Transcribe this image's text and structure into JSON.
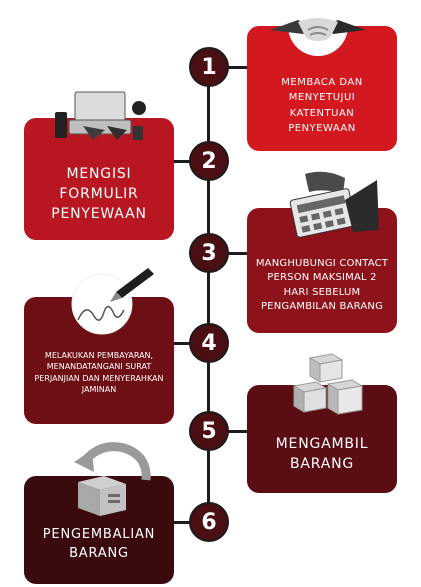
{
  "steps": [
    {
      "number": "1",
      "text": "MEMBACA DAN MENYETUJUI KATENTUAN PENYEWAAN"
    },
    {
      "number": "2",
      "text": "MENGISI FORMULIR PENYEWAAN"
    },
    {
      "number": "3",
      "text": "MANGHUBUNGI CONTACT PERSON MAKSIMAL 2 HARI SEBELUM PENGAMBILAN BARANG"
    },
    {
      "number": "4",
      "text": "MELAKUKAN PEMBAYARAN, MENANDATANGANI SURAT PERJANJIAN DAN MENYERAHKAN JAMINAN"
    },
    {
      "number": "5",
      "text": "MENGAMBIL BARANG"
    },
    {
      "number": "6",
      "text": "PENGEMBALIAN BARANG"
    }
  ],
  "icons": [
    "handshake-icon",
    "laptop-typing-icon",
    "calculator-icon",
    "pen-signature-icon",
    "boxes-icon",
    "return-box-icon"
  ],
  "colors": {
    "step1": "#d3191f",
    "step2": "#b81620",
    "step3": "#8e1219",
    "step4": "#6d0f15",
    "step5": "#5a0d13",
    "step6": "#3a0a0e",
    "node": "#4a0f12"
  }
}
